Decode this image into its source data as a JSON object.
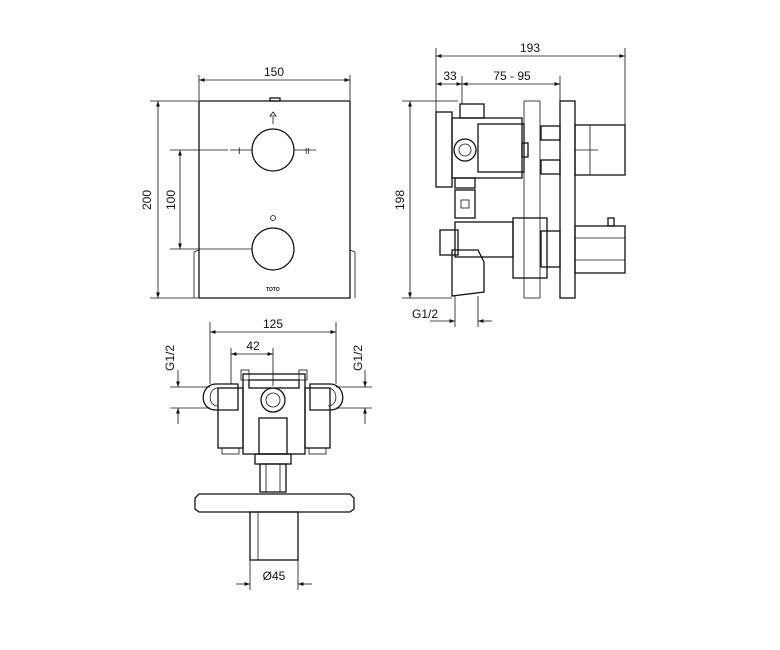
{
  "drawing": {
    "brand_mark": "TOTO",
    "dimensions": {
      "front_width": "150",
      "front_height": "200",
      "knob_spacing": "100",
      "side_depth_total": "193",
      "side_offset": "33",
      "side_range": "75 - 95",
      "side_height": "198",
      "side_thread": "G1/2",
      "bottom_width": "125",
      "bottom_inner": "42",
      "thread_left": "G1/2",
      "thread_right": "G1/2",
      "bottom_diameter": "Ø45"
    },
    "dial_marks": {
      "left": "I",
      "right": "II"
    }
  }
}
